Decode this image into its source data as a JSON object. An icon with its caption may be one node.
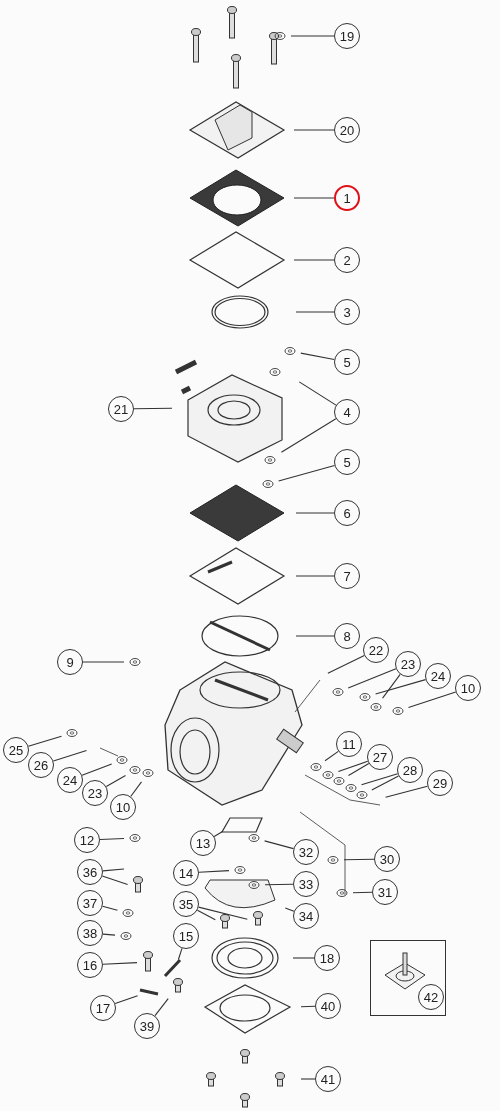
{
  "diagram": {
    "nodes": [
      {
        "text": [
          "19"
        ]
      },
      {
        "text": [
          "20"
        ]
      },
      {
        "text": [
          "1"
        ]
      },
      {
        "text": [
          "2"
        ]
      },
      {
        "text": [
          "3"
        ]
      },
      {
        "text": [
          "5"
        ]
      },
      {
        "text": [
          "21"
        ]
      },
      {
        "text": [
          "4"
        ]
      },
      {
        "text": [
          "5"
        ]
      },
      {
        "text": [
          "6"
        ]
      },
      {
        "text": [
          "7"
        ]
      },
      {
        "text": [
          "8"
        ]
      },
      {
        "text": [
          "9"
        ]
      },
      {
        "text": [
          "22"
        ]
      },
      {
        "text": [
          "23"
        ]
      },
      {
        "text": [
          "24"
        ]
      },
      {
        "text": [
          "10"
        ]
      },
      {
        "text": [
          "25"
        ]
      },
      {
        "text": [
          "26"
        ]
      },
      {
        "text": [
          "11"
        ]
      },
      {
        "text": [
          "24"
        ]
      },
      {
        "text": [
          "27"
        ]
      },
      {
        "text": [
          "23"
        ]
      },
      {
        "text": [
          "28"
        ]
      },
      {
        "text": [
          "10"
        ]
      },
      {
        "text": [
          "29"
        ]
      },
      {
        "text": [
          "12"
        ]
      },
      {
        "text": [
          "13"
        ]
      },
      {
        "text": [
          "32"
        ]
      },
      {
        "text": [
          "30"
        ]
      },
      {
        "text": [
          "36"
        ]
      },
      {
        "text": [
          "14"
        ]
      },
      {
        "text": [
          "33"
        ]
      },
      {
        "text": [
          "31"
        ]
      },
      {
        "text": [
          "37"
        ]
      },
      {
        "text": [
          "35"
        ]
      },
      {
        "text": [
          "34"
        ]
      },
      {
        "text": [
          "38"
        ]
      },
      {
        "text": [
          "15"
        ]
      },
      {
        "text": [
          "18"
        ]
      },
      {
        "text": [],
        "shape": "box"
      },
      {
        "text": [
          "42"
        ],
        "in": 40
      },
      {
        "text": [
          "16"
        ]
      },
      {
        "text": [
          "40"
        ]
      },
      {
        "text": [
          "17"
        ]
      },
      {
        "text": [
          "39"
        ]
      },
      {
        "text": [
          "41"
        ]
      }
    ],
    "edges": [
      {
        "from": 0,
        "to": null,
        "arrow": "none"
      },
      {
        "from": 1,
        "to": null,
        "arrow": "none"
      },
      {
        "from": 2,
        "to": null,
        "arrow": "none"
      },
      {
        "from": 3,
        "to": null,
        "arrow": "none"
      },
      {
        "from": 4,
        "to": null,
        "arrow": "none"
      },
      {
        "from": 5,
        "to": null,
        "arrow": "none"
      },
      {
        "from": 6,
        "to": null,
        "arrow": "none"
      },
      {
        "from": 7,
        "to": null,
        "arrow": "none"
      },
      {
        "from": 7,
        "to": null,
        "arrow": "none"
      },
      {
        "from": 8,
        "to": null,
        "arrow": "none"
      },
      {
        "from": 9,
        "to": null,
        "arrow": "none"
      },
      {
        "from": 10,
        "to": null,
        "arrow": "none"
      },
      {
        "from": 11,
        "to": null,
        "arrow": "none"
      },
      {
        "from": 12,
        "to": null,
        "arrow": "none"
      },
      {
        "from": 13,
        "to": null,
        "arrow": "none"
      },
      {
        "from": 14,
        "to": null,
        "arrow": "none"
      },
      {
        "from": 14,
        "to": null,
        "arrow": "none"
      },
      {
        "from": 15,
        "to": null,
        "arrow": "none"
      },
      {
        "from": 16,
        "to": null,
        "arrow": "none"
      },
      {
        "from": 17,
        "to": null,
        "arrow": "none"
      },
      {
        "from": 18,
        "to": null,
        "arrow": "none"
      },
      {
        "from": 19,
        "to": null,
        "arrow": "none"
      },
      {
        "from": 20,
        "to": null,
        "arrow": "none"
      },
      {
        "from": 21,
        "to": null,
        "arrow": "none"
      },
      {
        "from": 21,
        "to": null,
        "arrow": "none"
      },
      {
        "from": 22,
        "to": null,
        "arrow": "none"
      },
      {
        "from": 23,
        "to": null,
        "arrow": "none"
      },
      {
        "from": 23,
        "to": null,
        "arrow": "none"
      },
      {
        "from": 24,
        "to": null,
        "arrow": "none"
      },
      {
        "from": 25,
        "to": null,
        "arrow": "none"
      },
      {
        "from": 26,
        "to": null,
        "arrow": "none"
      },
      {
        "from": 27,
        "to": null,
        "arrow": "none"
      },
      {
        "from": 28,
        "to": null,
        "arrow": "none"
      },
      {
        "from": 29,
        "to": null,
        "arrow": "none"
      },
      {
        "from": 30,
        "to": null,
        "arrow": "none"
      },
      {
        "from": 30,
        "to": null,
        "arrow": "none"
      },
      {
        "from": 31,
        "to": null,
        "arrow": "none"
      },
      {
        "from": 32,
        "to": null,
        "arrow": "none"
      },
      {
        "from": 33,
        "to": null,
        "arrow": "none"
      },
      {
        "from": 34,
        "to": null,
        "arrow": "none"
      },
      {
        "from": 35,
        "to": null,
        "arrow": "none"
      },
      {
        "from": 35,
        "to": null,
        "arrow": "none"
      },
      {
        "from": 36,
        "to": null,
        "arrow": "none"
      },
      {
        "from": 37,
        "to": null,
        "arrow": "none"
      },
      {
        "from": 38,
        "to": null,
        "arrow": "none"
      },
      {
        "from": 39,
        "to": null,
        "arrow": "none"
      },
      {
        "from": 42,
        "to": null,
        "arrow": "none"
      },
      {
        "from": 43,
        "to": null,
        "arrow": "none"
      },
      {
        "from": 44,
        "to": null,
        "arrow": "none"
      },
      {
        "from": 45,
        "to": null,
        "arrow": "none"
      },
      {
        "from": 46,
        "to": null,
        "arrow": "none"
      }
    ]
  }
}
